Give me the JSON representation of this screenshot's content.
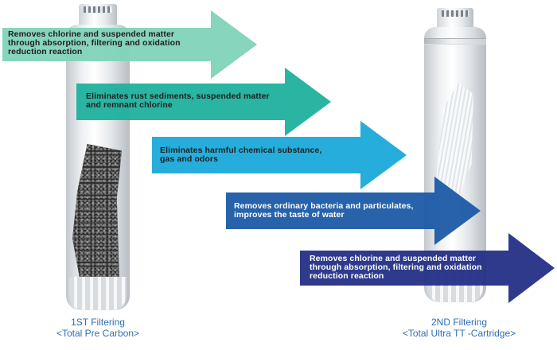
{
  "arrows": [
    {
      "text": "Removes  chlorine  and  suspended  matter\nthrough  absorption,  filtering  and  oxidation\nreduction  reaction",
      "color": "#7fd3b8",
      "text_color": "#1e1e1e"
    },
    {
      "text": "Eliminates  rust  sediments,  suspended  matter\nand  remnant  chlorine",
      "color": "#1fb09d",
      "text_color": "#1e1e1e"
    },
    {
      "text": "Eliminates  harmful  chemical  substance,\ngas  and  odors",
      "color": "#1aa9d9",
      "text_color": "#1e1e1e"
    },
    {
      "text": "Removes  ordinary  bacteria  and  particulates,\nimproves  the  taste  of  water",
      "color": "#1b5aa6",
      "text_color": "#ffffff"
    },
    {
      "text": "Removes  chlorine  and  suspended  matter\nthrough  absorption,  filtering  and  oxidation\nreduction  reaction",
      "color": "#242f86",
      "text_color": "#ffffff"
    }
  ],
  "captions": {
    "first": {
      "line1": "1ST Filtering",
      "line2": "<Total Pre Carbon>"
    },
    "second": {
      "line1": "2ND Filtering",
      "line2": "<Total Ultra  TT -Cartridge>"
    }
  }
}
